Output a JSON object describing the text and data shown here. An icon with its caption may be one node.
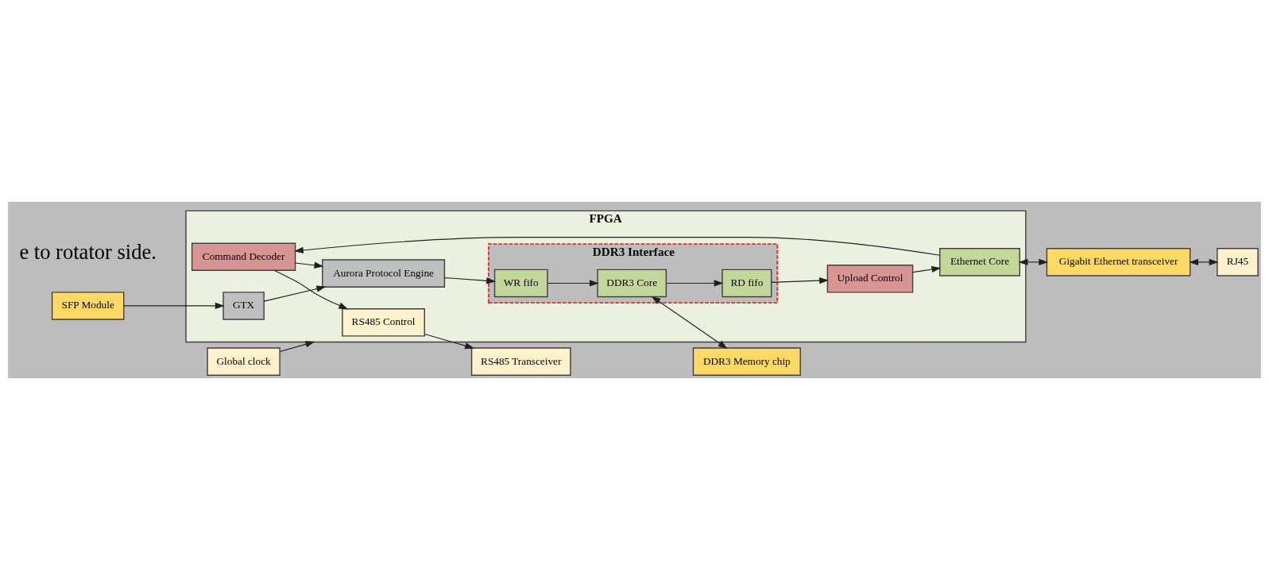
{
  "diagram": {
    "nodes": [
      {
        "text": [
          "FPGA"
        ]
      },
      {
        "text": [
          "RS485 Transceiver"
        ]
      },
      {
        "text": [
          "RS485 Control"
        ],
        "in": 0
      },
      {
        "text": [
          "Command Decoder"
        ],
        "in": 0
      },
      {
        "text": [
          "Ethernet Core"
        ],
        "in": 0
      },
      {
        "text": [
          "Global clock"
        ]
      },
      {
        "text": [
          "Upload Control"
        ],
        "in": 0
      },
      {
        "text": [
          "Gigabit Ethernet transceiver"
        ]
      },
      {
        "text": [
          "RJ45"
        ]
      },
      {
        "text": [
          "DDR3 Interface"
        ],
        "in": 0
      },
      {
        "text": [
          "RD fifo"
        ],
        "in": 9
      },
      {
        "text": [
          "SFP Module"
        ]
      },
      {
        "text": [
          "GTX"
        ],
        "in": 0
      },
      {
        "text": [
          "Aurora Protocol Engine"
        ],
        "in": 0
      },
      {
        "text": [
          "WR fifo"
        ],
        "in": 9
      },
      {
        "text": [
          "DDR3 Core"
        ],
        "in": 9
      },
      {
        "text": [
          "DDR3 Memory chip"
        ]
      }
    ],
    "edges": [
      {
        "from": 2,
        "to": 1,
        "arrow": "to"
      },
      {
        "from": 3,
        "to": 2,
        "arrow": "to"
      },
      {
        "from": 4,
        "to": 3,
        "arrow": "to"
      },
      {
        "from": 5,
        "to": 0,
        "arrow": "to"
      },
      {
        "from": 6,
        "to": 4,
        "arrow": "to"
      },
      {
        "from": 4,
        "to": 7,
        "arrow": "both"
      },
      {
        "from": 7,
        "to": 8,
        "arrow": "both"
      },
      {
        "from": 10,
        "to": 6,
        "arrow": "to"
      },
      {
        "from": 3,
        "to": 13,
        "arrow": "to"
      },
      {
        "from": 11,
        "to": 12,
        "arrow": "to"
      },
      {
        "from": 12,
        "to": 13,
        "arrow": "to"
      },
      {
        "from": 13,
        "to": 14,
        "arrow": "to"
      },
      {
        "from": 14,
        "to": 15,
        "arrow": "to"
      },
      {
        "from": 15,
        "to": 10,
        "arrow": "to"
      },
      {
        "from": 15,
        "to": 16,
        "arrow": "both"
      }
    ],
    "labels": [
      "e to rotator side."
    ]
  }
}
